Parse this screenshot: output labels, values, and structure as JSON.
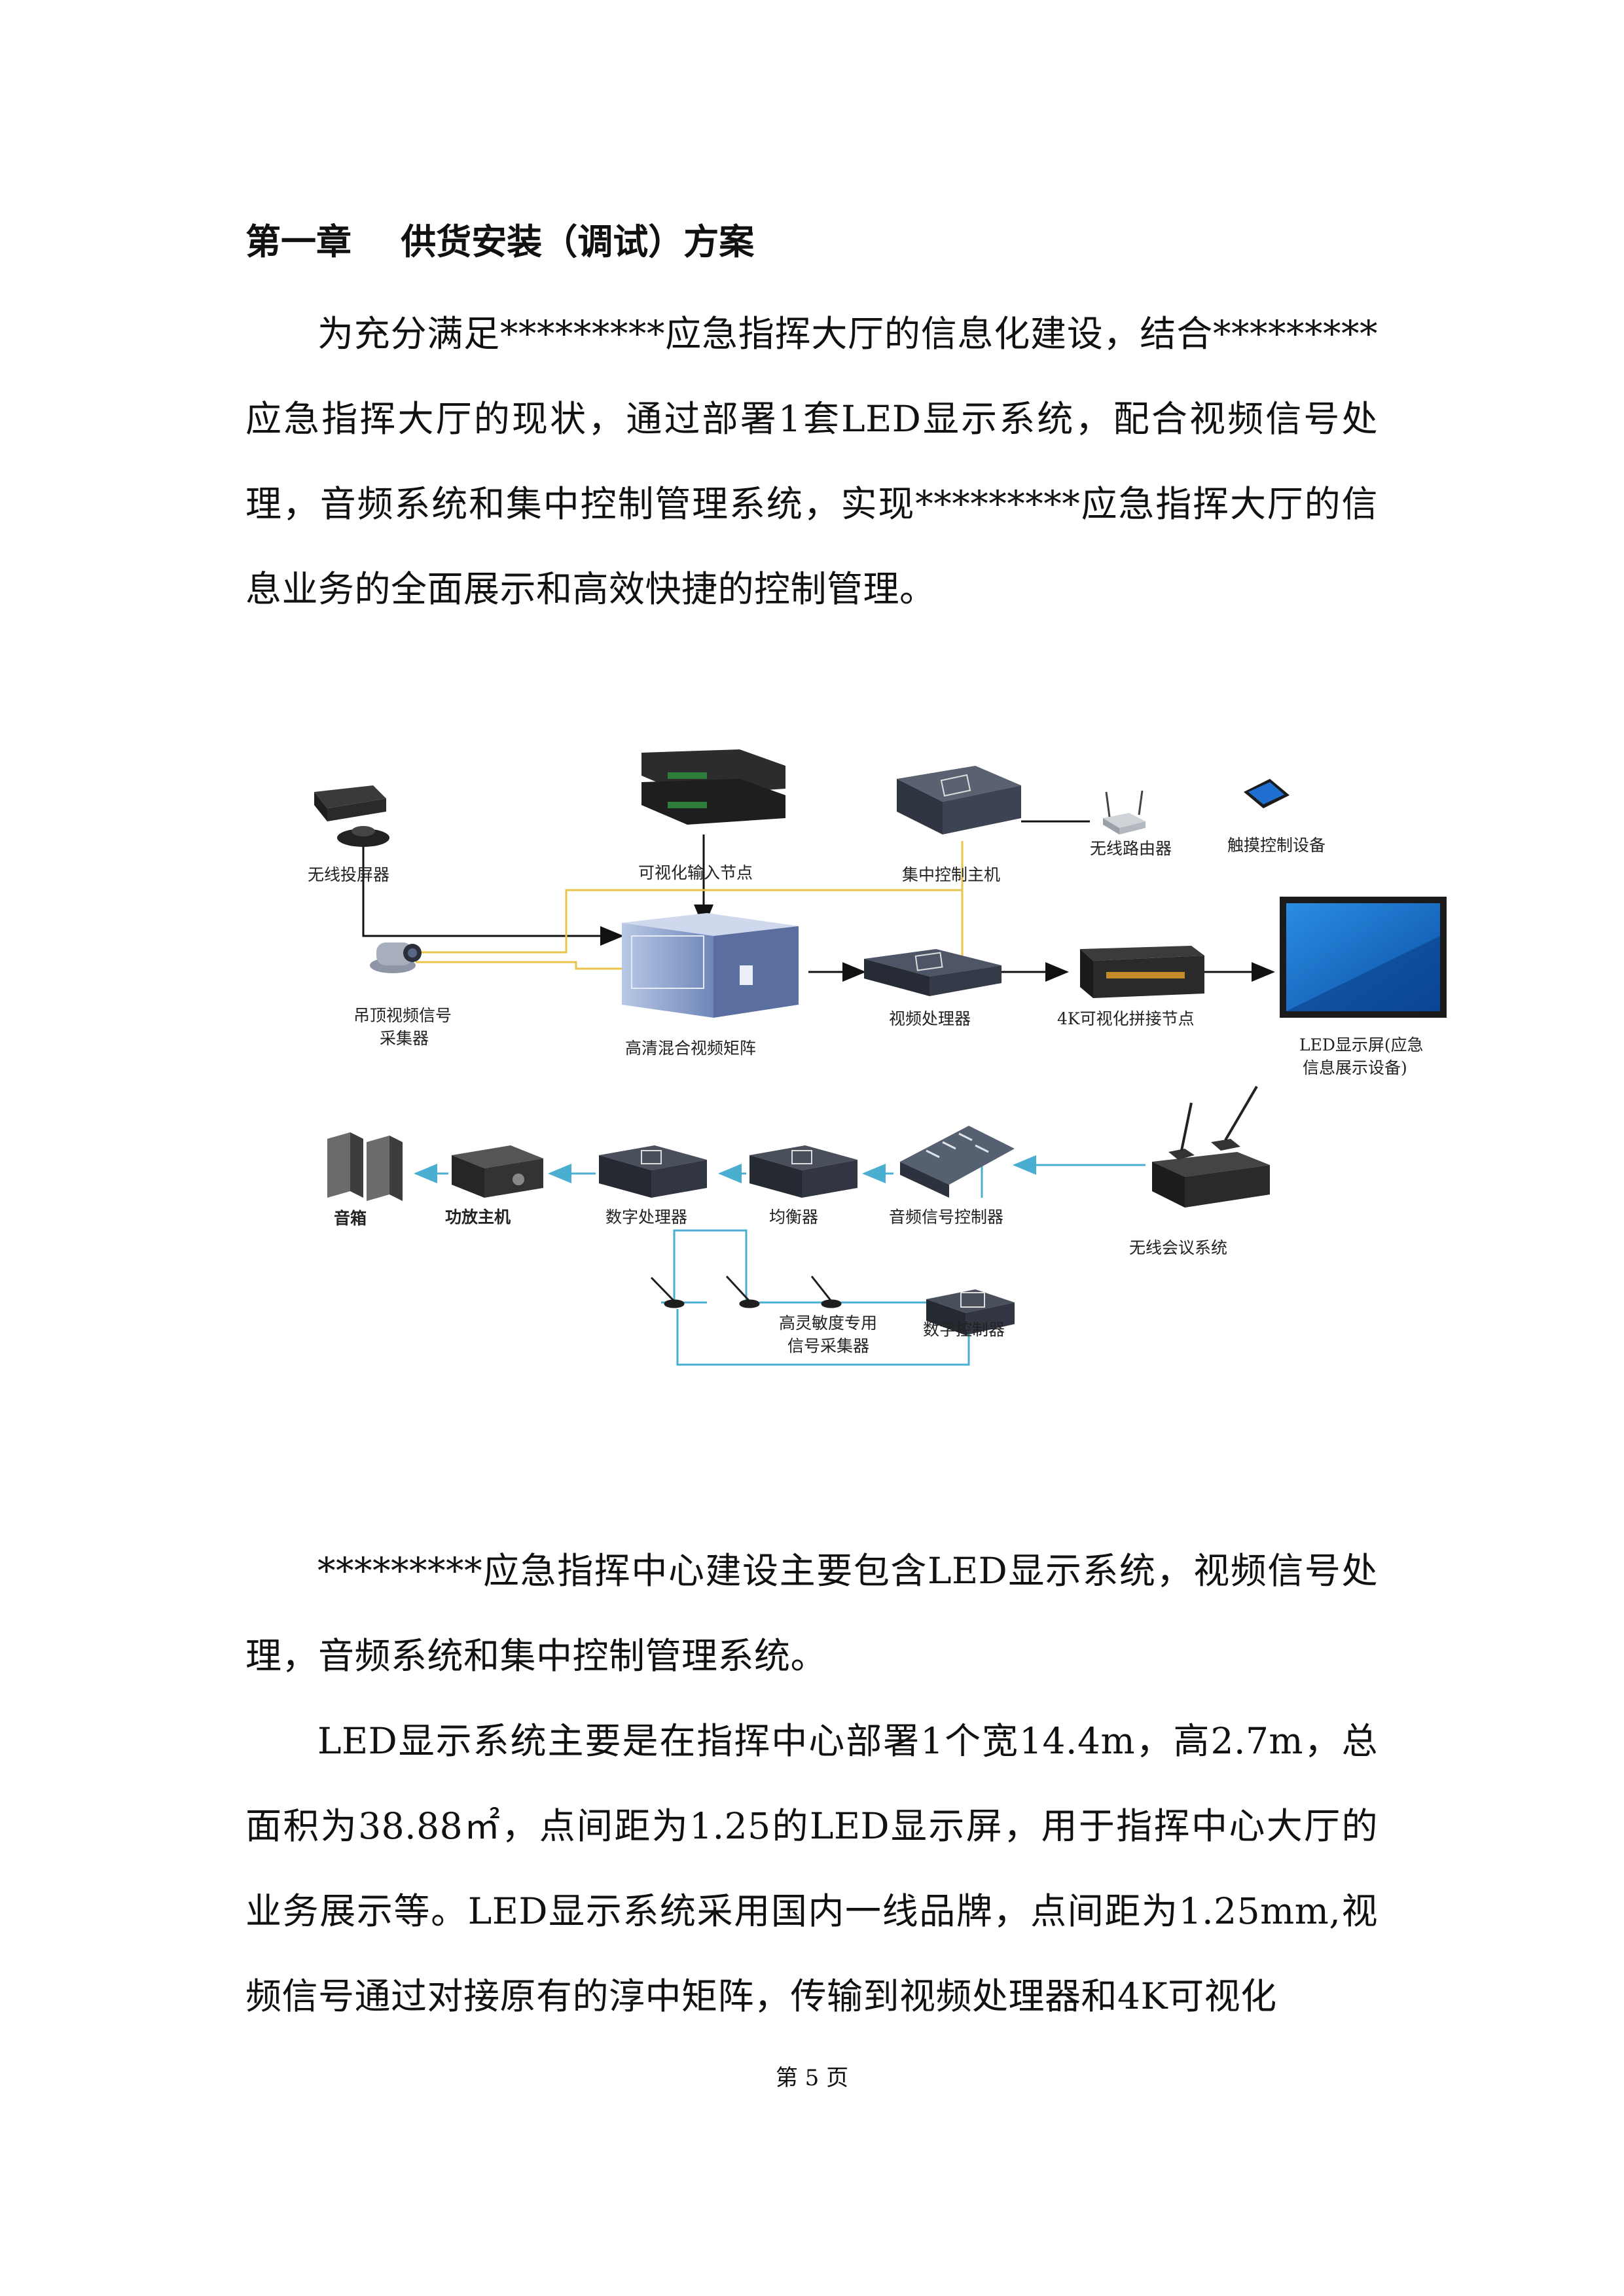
{
  "heading": {
    "number": "第一章",
    "title": "供货安装（调试）方案"
  },
  "paragraphs": [
    "为充分满足*********应急指挥大厅的信息化建设，结合*********应急指挥大厅的现状，通过部署1套LED显示系统，配合视频信号处理，音频系统和集中控制管理系统，实现*********应急指挥大厅的信息业务的全面展示和高效快捷的控制管理。",
    "*********应急指挥中心建设主要包含LED显示系统，视频信号处理，音频系统和集中控制管理系统。",
    "LED显示系统主要是在指挥中心部署1个宽14.4m，高2.7m，总面积为38.88㎡，点间距为1.25的LED显示屏，用于指挥中心大厅的业务展示等。LED显示系统采用国内一线品牌，点间距为1.25mm,视频信号通过对接原有的淳中矩阵，传输到视频处理器和4K可视化"
  ],
  "diagram": {
    "labels": {
      "wireless_projector": "无线投屏器",
      "visual_input_node": "可视化输入节点",
      "central_control_host": "集中控制主机",
      "wireless_router": "无线路由器",
      "touch_control": "触摸控制设备",
      "ceiling_camera_line1": "吊顶视频信号",
      "ceiling_camera_line2": "采集器",
      "hd_matrix": "高清混合视频矩阵",
      "video_processor": "视频处理器",
      "splice_node_4k": "4K可视化拼接节点",
      "led_screen_line1": "LED显示屏(应急",
      "led_screen_line2": "信息展示设备)",
      "speakers": "音箱",
      "amplifier": "功放主机",
      "digital_processor": "数字处理器",
      "equalizer": "均衡器",
      "audio_controller": "音频信号控制器",
      "wireless_conference": "无线会议系统",
      "mic_collector_line1": "高灵敏度专用",
      "mic_collector_line2": "信号采集器",
      "digital_controller": "数字控制器"
    },
    "colors": {
      "video_link": "#111111",
      "control_link": "#e8c44a",
      "audio_link": "#4aaed0"
    }
  },
  "footer": {
    "page_label": "第 5 页"
  }
}
